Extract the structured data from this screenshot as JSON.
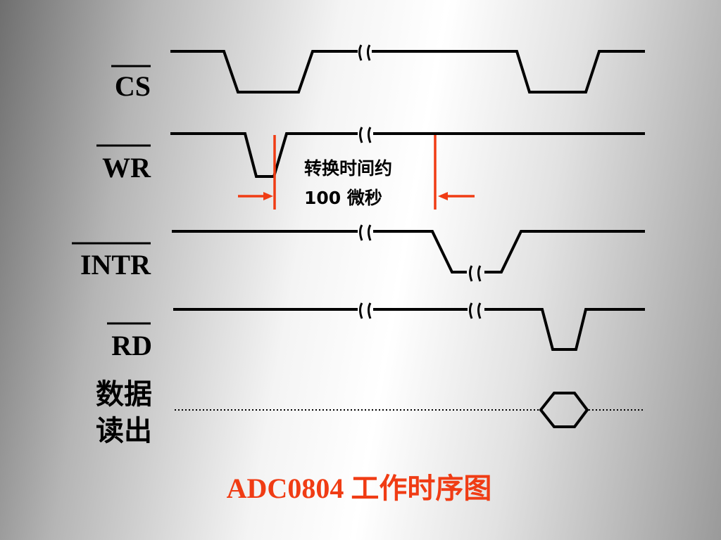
{
  "signals": {
    "cs": "CS",
    "wr": "WR",
    "intr": "INTR",
    "rd": "RD",
    "data_line1": "数据",
    "data_line2": "读出"
  },
  "annotation": {
    "line1": "转换时间约",
    "line2": "100 微秒"
  },
  "title": "ADC0804 工作时序图",
  "colors": {
    "accent": "#f03c14",
    "signal": "#000000"
  }
}
